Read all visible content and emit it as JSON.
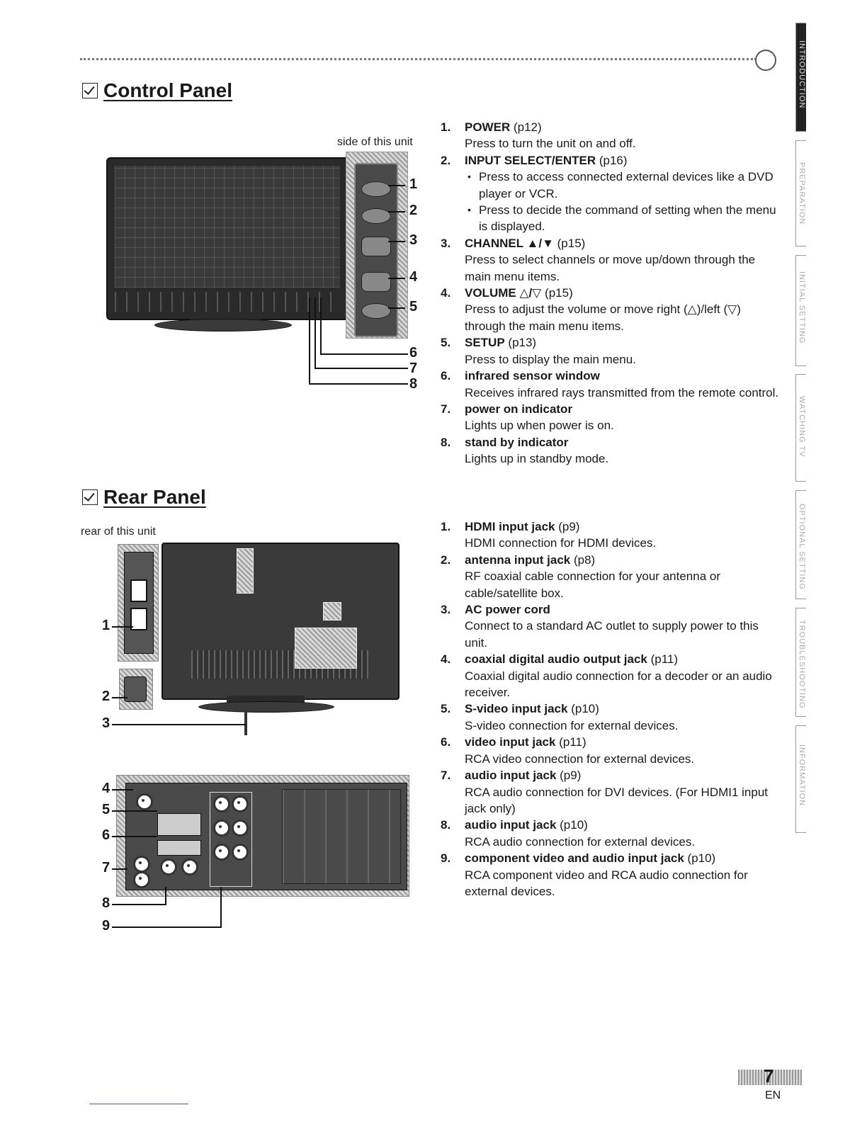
{
  "side_tabs": [
    {
      "label": "INTRODUCTION",
      "active": true
    },
    {
      "label": "PREPARATION",
      "active": false
    },
    {
      "label": "INITIAL SETTING",
      "active": false
    },
    {
      "label": "WATCHING TV",
      "active": false
    },
    {
      "label": "OPTIONAL SETTING",
      "active": false
    },
    {
      "label": "TROUBLESHOOTING",
      "active": false
    },
    {
      "label": "INFORMATION",
      "active": false
    }
  ],
  "control_panel": {
    "title": "Control Panel",
    "caption": "side of this unit",
    "callouts": [
      "1",
      "2",
      "3",
      "4",
      "5",
      "6",
      "7",
      "8"
    ],
    "items": [
      {
        "num": "1.",
        "name": "POWER",
        "ref": " (p12)",
        "desc": "Press to turn the unit on and off."
      },
      {
        "num": "2.",
        "name": "INPUT SELECT/ENTER",
        "ref": " (p16)",
        "bullets": [
          "Press to access connected external devices like a DVD player or VCR.",
          "Press to decide the command of setting when the menu is displayed."
        ]
      },
      {
        "num": "3.",
        "name": "CHANNEL ▲/▼",
        "ref": " (p15)",
        "desc": "Press to select channels or move up/down through the main menu items."
      },
      {
        "num": "4.",
        "name": "VOLUME △/▽",
        "ref": " (p15)",
        "desc": "Press to adjust the volume or move right (△)/left (▽) through the main menu items."
      },
      {
        "num": "5.",
        "name": "SETUP",
        "ref": " (p13)",
        "desc": "Press to display the main menu."
      },
      {
        "num": "6.",
        "name": "infrared sensor window",
        "ref": "",
        "desc": "Receives infrared rays transmitted from the remote control."
      },
      {
        "num": "7.",
        "name": "power on indicator",
        "ref": "",
        "desc": "Lights up when power is on."
      },
      {
        "num": "8.",
        "name": "stand by indicator",
        "ref": "",
        "desc": "Lights up in standby mode."
      }
    ]
  },
  "rear_panel": {
    "title": "Rear Panel",
    "caption": "rear of this unit",
    "callouts": [
      "1",
      "2",
      "3",
      "4",
      "5",
      "6",
      "7",
      "8",
      "9"
    ],
    "items": [
      {
        "num": "1.",
        "name": "HDMI input jack",
        "ref": " (p9)",
        "desc": "HDMI connection for HDMI devices."
      },
      {
        "num": "2.",
        "name": "antenna input jack",
        "ref": " (p8)",
        "desc": "RF coaxial cable connection for your antenna or cable/satellite box."
      },
      {
        "num": "3.",
        "name": "AC power cord",
        "ref": "",
        "desc": "Connect to a standard AC outlet to supply power to this unit."
      },
      {
        "num": "4.",
        "name": "coaxial digital audio output jack",
        "ref": " (p11)",
        "desc": "Coaxial digital audio connection for a decoder or an audio receiver."
      },
      {
        "num": "5.",
        "name": "S-video input jack",
        "ref": " (p10)",
        "desc": "S-video connection for external devices."
      },
      {
        "num": "6.",
        "name": "video input jack",
        "ref": " (p11)",
        "desc": "RCA video connection for external devices."
      },
      {
        "num": "7.",
        "name": "audio input jack",
        "ref": " (p9)",
        "desc": "RCA audio connection for DVI devices. (For HDMI1 input jack only)"
      },
      {
        "num": "8.",
        "name": "audio input jack",
        "ref": " (p10)",
        "desc": "RCA audio connection for external devices."
      },
      {
        "num": "9.",
        "name": "component video and audio input jack",
        "ref": " (p10)",
        "desc": "RCA component video and RCA audio connection for external devices."
      }
    ]
  },
  "footer": {
    "page_number": "7",
    "lang": "EN"
  }
}
